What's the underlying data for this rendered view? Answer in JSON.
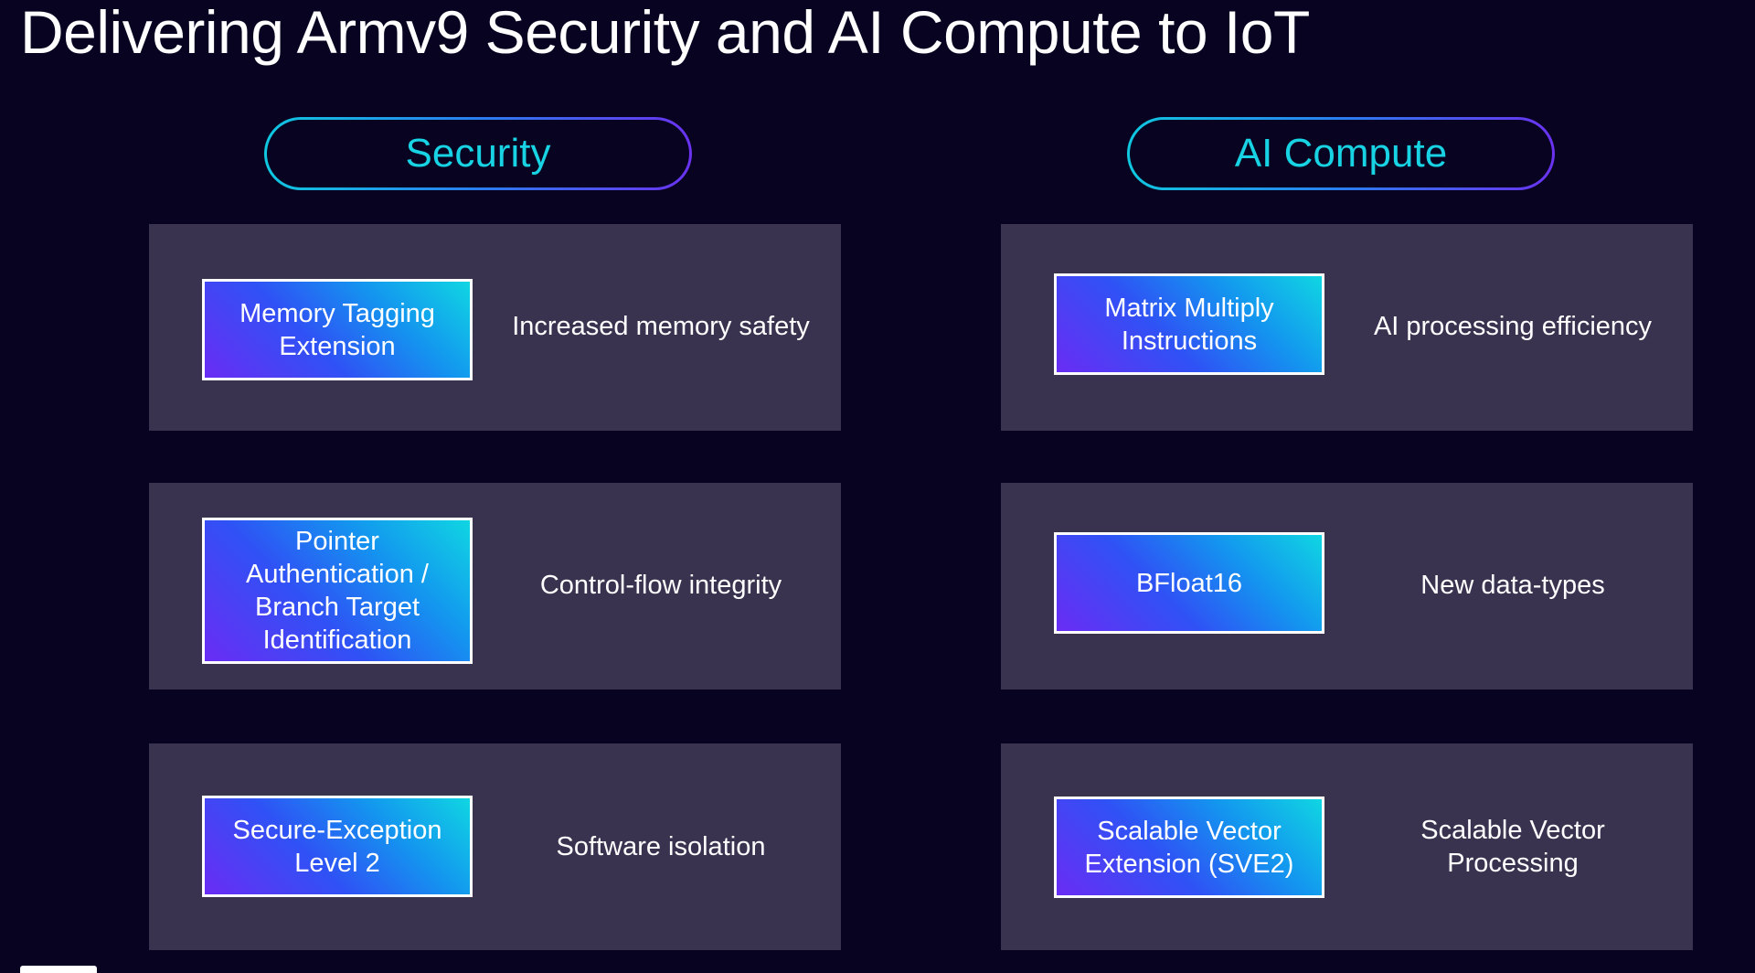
{
  "title": "Delivering Armv9 Security and AI Compute to IoT",
  "columns": [
    {
      "heading": "Security",
      "rows": [
        {
          "feature": "Memory Tagging Extension",
          "benefit": "Increased memory safety"
        },
        {
          "feature": "Pointer Authentication / Branch Target Identification",
          "benefit": "Control-flow integrity"
        },
        {
          "feature": "Secure-Exception Level 2",
          "benefit": "Software isolation"
        }
      ]
    },
    {
      "heading": "AI Compute",
      "rows": [
        {
          "feature": "Matrix Multiply Instructions",
          "benefit": "AI processing efficiency"
        },
        {
          "feature": "BFloat16",
          "benefit": "New data-types"
        },
        {
          "feature": "Scalable Vector Extension (SVE2)",
          "benefit": "Scalable Vector Processing"
        }
      ]
    }
  ],
  "colors": {
    "background": "#070321",
    "card": "#3a3350",
    "accent": "#17d3e3"
  }
}
